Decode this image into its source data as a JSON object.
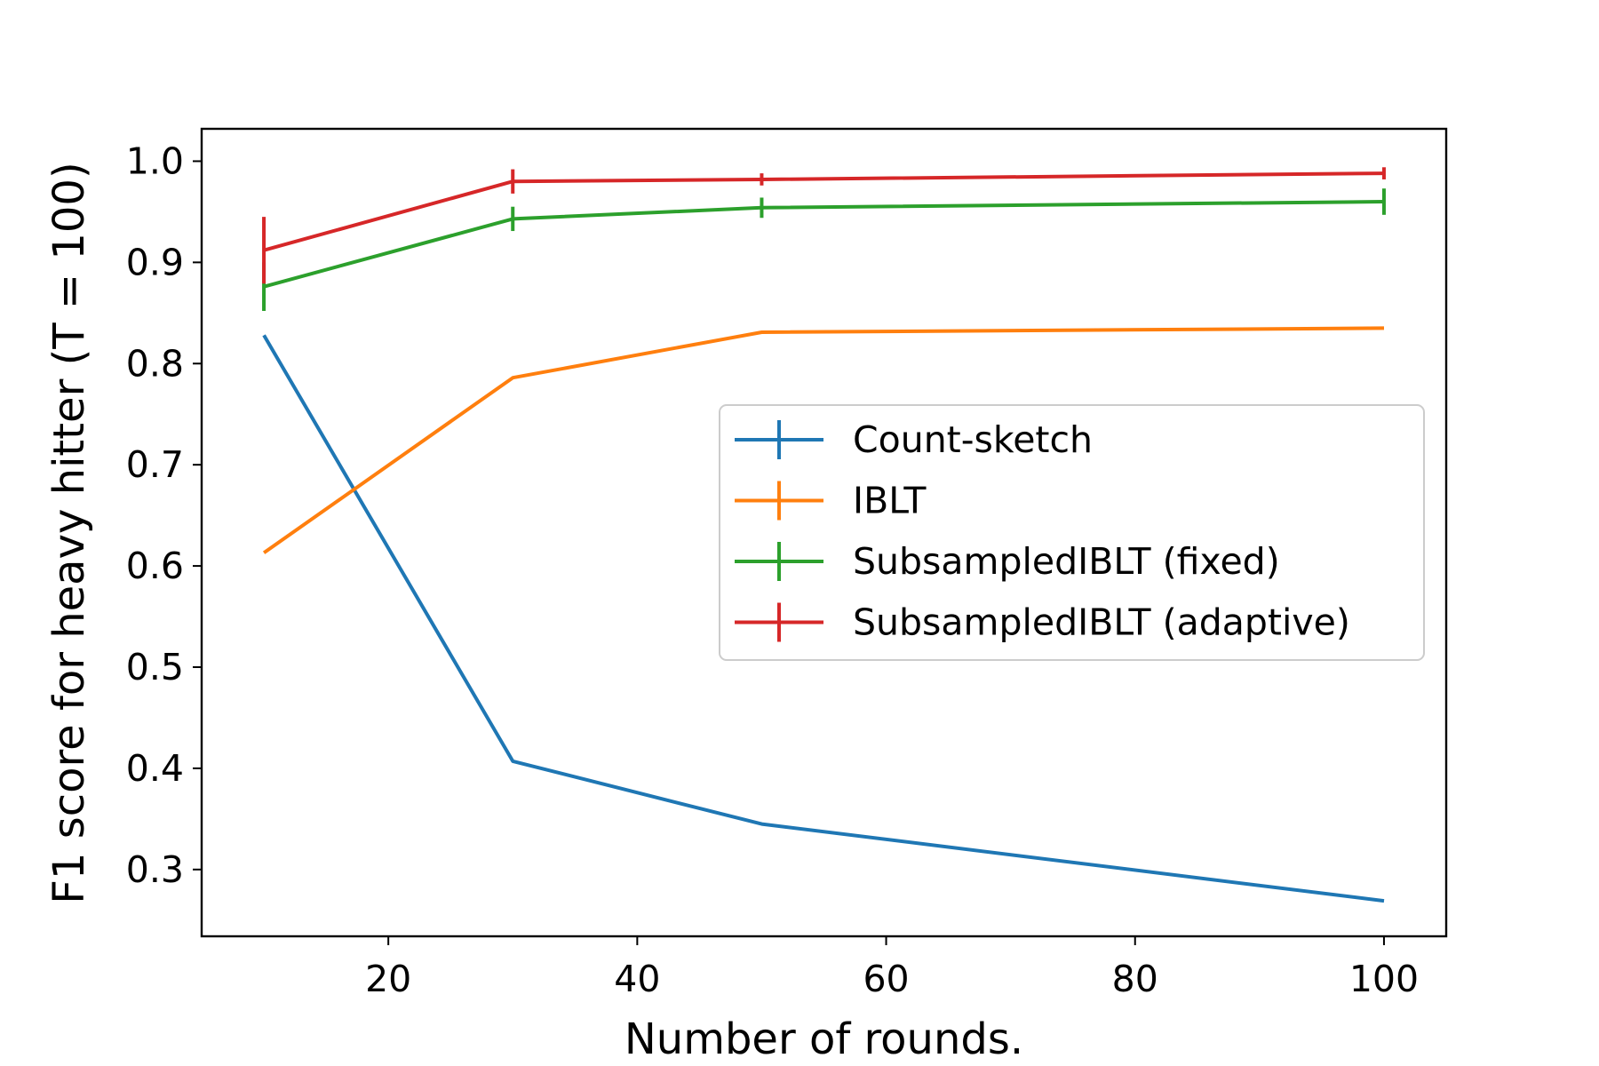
{
  "chart_data": {
    "type": "line",
    "title": "",
    "xlabel": "Number of rounds.",
    "ylabel": "F1 score for heavy hitter (T = 100)",
    "xlim": [
      5,
      105
    ],
    "ylim": [
      0.234,
      1.032
    ],
    "xticks": [
      20,
      40,
      60,
      80,
      100
    ],
    "xtick_labels": [
      "20",
      "40",
      "60",
      "80",
      "100"
    ],
    "yticks": [
      0.3,
      0.4,
      0.5,
      0.6,
      0.7,
      0.8,
      0.9,
      1.0
    ],
    "ytick_labels": [
      "0.3",
      "0.4",
      "0.5",
      "0.6",
      "0.7",
      "0.8",
      "0.9",
      "1.0"
    ],
    "grid": false,
    "legend_position": "center-right",
    "x": [
      10,
      30,
      50,
      100
    ],
    "series": [
      {
        "name": "Count-sketch",
        "color": "#1f77b4",
        "values": [
          0.828,
          0.407,
          0.345,
          0.269
        ],
        "errors": [
          0.0,
          0.0,
          0.0,
          0.0
        ]
      },
      {
        "name": "IBLT",
        "color": "#ff7f0e",
        "values": [
          0.613,
          0.786,
          0.831,
          0.835
        ],
        "errors": [
          0.0,
          0.0,
          0.0,
          0.0
        ]
      },
      {
        "name": "SubsampledIBLT (fixed)",
        "color": "#2ca02c",
        "values": [
          0.876,
          0.943,
          0.954,
          0.96
        ],
        "errors": [
          0.024,
          0.012,
          0.01,
          0.013
        ]
      },
      {
        "name": "SubsampledIBLT (adaptive)",
        "color": "#d62728",
        "values": [
          0.912,
          0.98,
          0.982,
          0.988
        ],
        "errors": [
          0.033,
          0.012,
          0.006,
          0.006
        ]
      }
    ]
  }
}
